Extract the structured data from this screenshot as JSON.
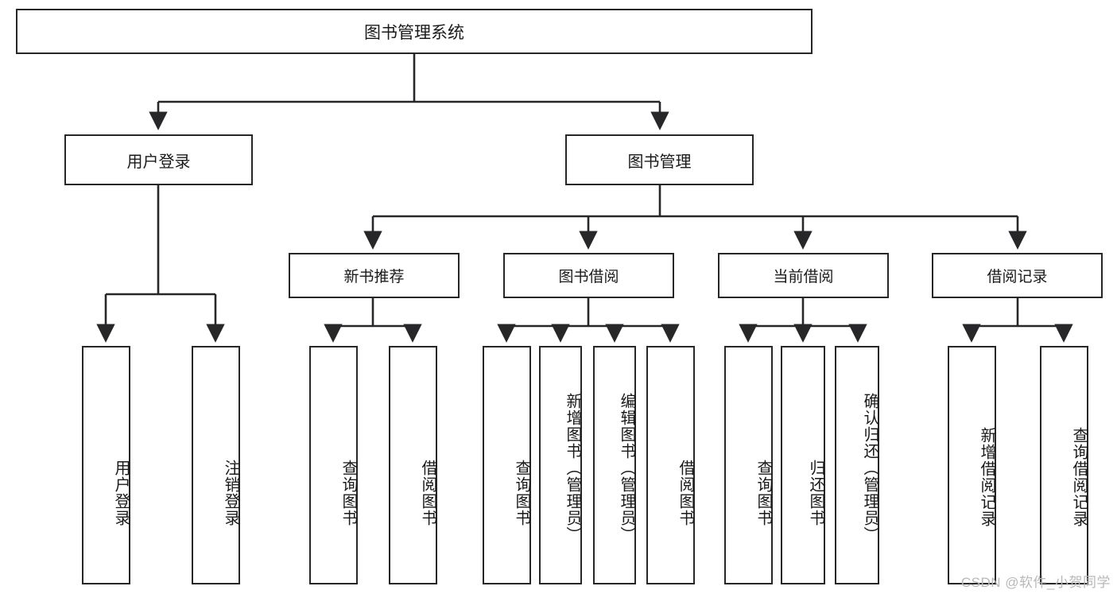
{
  "diagram": {
    "title": "图书管理系统",
    "type": "tree",
    "root": {
      "label": "图书管理系统"
    },
    "level2": [
      {
        "label": "用户登录"
      },
      {
        "label": "图书管理"
      }
    ],
    "level3": [
      {
        "label": "新书推荐"
      },
      {
        "label": "图书借阅"
      },
      {
        "label": "当前借阅"
      },
      {
        "label": "借阅记录"
      }
    ],
    "leaves": {
      "user_login": [
        {
          "label": "用户登录"
        },
        {
          "label": "注销登录"
        }
      ],
      "new_book_recommend": [
        {
          "label": "查询图书"
        },
        {
          "label": "借阅图书"
        }
      ],
      "book_borrow": [
        {
          "label": "查询图书"
        },
        {
          "label": "新增图书（管理员）"
        },
        {
          "label": "编辑图书（管理员）"
        },
        {
          "label": "借阅图书"
        }
      ],
      "current_borrow": [
        {
          "label": "查询图书"
        },
        {
          "label": "归还图书"
        },
        {
          "label": "确认归还（管理员）"
        }
      ],
      "borrow_record": [
        {
          "label": "新增借阅记录"
        },
        {
          "label": "查询借阅记录"
        }
      ]
    }
  },
  "watermark": {
    "text": "CSDN @软件_小贺同学"
  },
  "colors": {
    "stroke": "#27272a",
    "background": "#ffffff",
    "text": "#1a1a1a",
    "watermark": "#b8b8b8"
  }
}
